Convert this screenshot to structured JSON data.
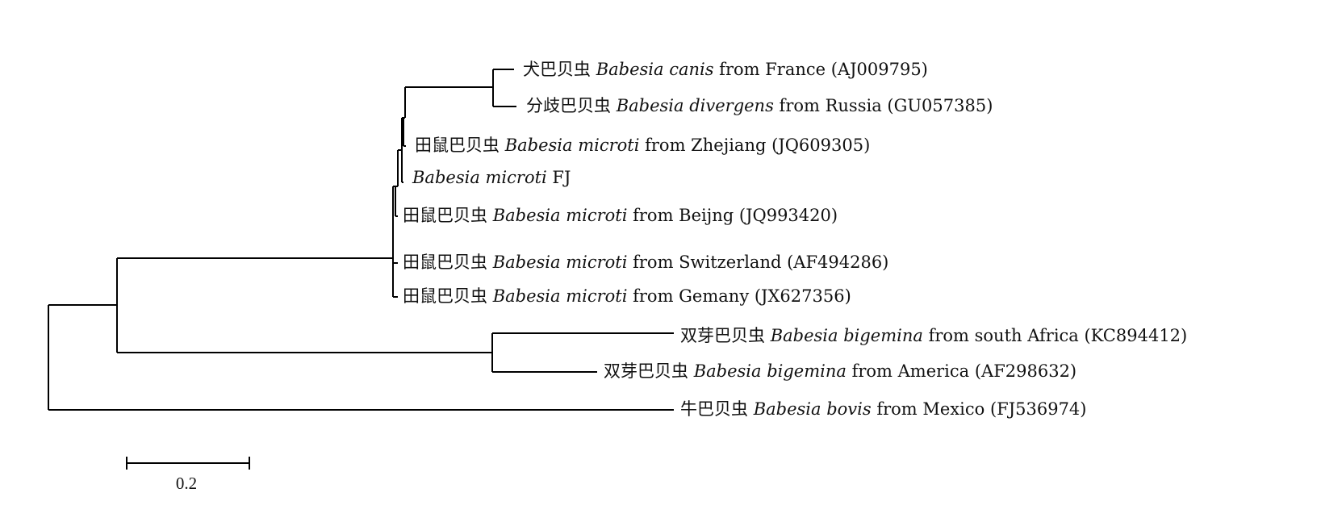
{
  "tree": {
    "scale_bar_label": "0.2",
    "leaves": [
      {
        "cn": "犬巴贝虫",
        "species": "Babesia canis",
        "rest": " from France (AJ009795)"
      },
      {
        "cn": "分歧巴贝虫",
        "species": "Babesia divergens",
        "rest": " from Russia (GU057385)"
      },
      {
        "cn": "田鼠巴贝虫",
        "species": "Babesia microti",
        "rest": " from Zhejiang (JQ609305)"
      },
      {
        "cn": "",
        "species": "Babesia microti",
        "rest": " FJ"
      },
      {
        "cn": "田鼠巴贝虫",
        "species": "Babesia microti",
        "rest": " from Beijng (JQ993420)"
      },
      {
        "cn": "田鼠巴贝虫",
        "species": "Babesia microti",
        "rest": " from Switzerland (AF494286)"
      },
      {
        "cn": "田鼠巴贝虫",
        "species": "Babesia microti",
        "rest": " from Gemany (JX627356)"
      },
      {
        "cn": "双芽巴贝虫",
        "species": "Babesia bigemina",
        "rest": " from south Africa (KC894412)"
      },
      {
        "cn": "双芽巴贝虫",
        "species": "Babesia bigemina",
        "rest": " from America (AF298632)"
      },
      {
        "cn": "牛巴贝虫",
        "species": "Babesia bovis",
        "rest": " from Mexico (FJ536974)"
      }
    ]
  }
}
